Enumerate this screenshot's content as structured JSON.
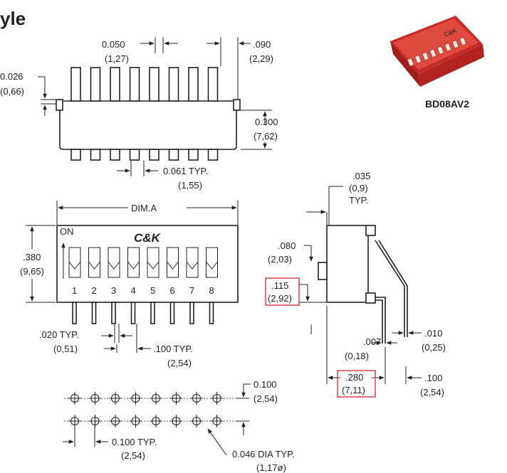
{
  "heading": {
    "title_fragment": "yle"
  },
  "photo": {
    "part_number": "BD08AV2"
  },
  "front_view": {
    "pitch_label": "0.050",
    "pitch_label_mm": "(1,27)",
    "end_label": ".090",
    "end_label_mm": "(2,29)",
    "standoff_label": "0.026",
    "standoff_label_mm": "(0,66)",
    "height_label": "0.300",
    "height_label_mm": "(7,62)",
    "lead_label": "0.061 TYP.",
    "lead_label_mm": "(1,55)"
  },
  "top_view": {
    "dim_a_label": "DIM.A",
    "on_label": "ON",
    "logo_text": "C&K",
    "width_label": ".380",
    "width_label_mm": "(9,65)",
    "switch_numbers": [
      "1",
      "2",
      "3",
      "4",
      "5",
      "6",
      "7",
      "8"
    ],
    "lead_width_label": ".020 TYP.",
    "lead_width_label_mm": "(0,51)",
    "lead_pitch_label": ".100 TYP.",
    "lead_pitch_label_mm": "(2,54)"
  },
  "side_view": {
    "lead_thk_label": ".035",
    "lead_thk_label_mm": "(0,9)",
    "lead_thk_typ": "TYP.",
    "actuator_label": ".080",
    "actuator_label_mm": "(2,03)",
    "seat_label": ".115",
    "seat_label_mm": "(2,92)",
    "gap_label": ".007",
    "gap_label_mm": "(0,18)",
    "thk_label": ".010",
    "thk_label_mm": "(0,25)",
    "row_label": ".280",
    "row_label_mm": "(7,11)",
    "offset_label": ".100",
    "offset_label_mm": "(2,54)"
  },
  "footprint": {
    "row_pitch_label": "0.100",
    "row_pitch_label_mm": "(2,54)",
    "pitch_label": "0.100 TYP.",
    "pitch_label_mm": "(2,54)",
    "hole_label": "0.046 DIA TYP.",
    "hole_label_mm": "(1,17ø)"
  },
  "colors": {
    "highlight_box": "#d9232e",
    "photo_body": "#d8322e",
    "ink": "#231f20"
  }
}
